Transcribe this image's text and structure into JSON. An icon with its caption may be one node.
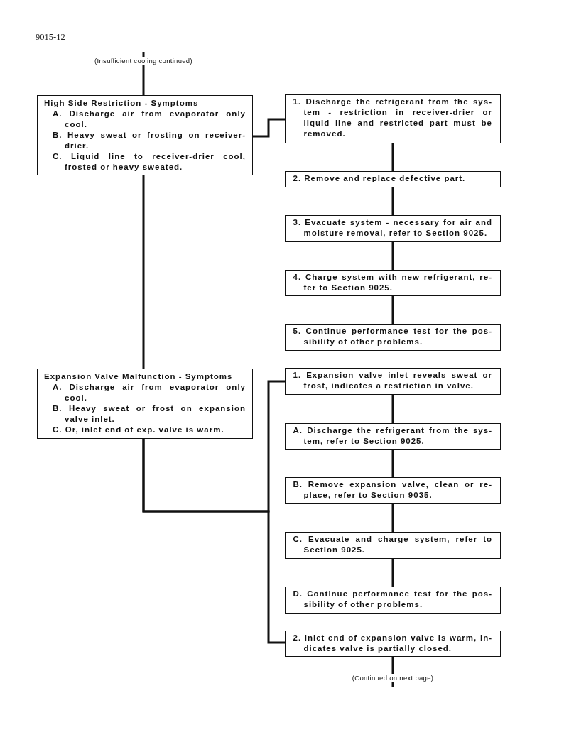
{
  "diagram": {
    "nodes": [
      {
        "text": [
          "(Insufficient cooling continued)"
        ]
      },
      {
        "text": [
          "High Side Restriction - Symptoms",
          "A. Discharge air from evaporator only cool.",
          "B. Heavy sweat or frosting on receiver-drier.",
          "C. Liquid line to receiver-drier cool, frosted or heavy sweated."
        ]
      },
      {
        "text": [
          "1. Discharge the refrigerant from the sys-tem - restriction in receiver-drier or liquid line and restricted part must be removed."
        ]
      },
      {
        "text": [
          "2. Remove and replace defective part."
        ]
      },
      {
        "text": [
          "3. Evacuate system - necessary for air and moisture removal, refer to Section 9025."
        ]
      },
      {
        "text": [
          "4. Charge system with new refrigerant, re-fer to Section 9025."
        ]
      },
      {
        "text": [
          "5. Continue performance test for the pos-sibility of other problems."
        ]
      },
      {
        "text": [
          "Expansion Valve Malfunction - Symptoms",
          "A. Discharge air from evaporator only cool.",
          "B. Heavy sweat or frost on expansion valve inlet.",
          "C. Or, inlet end of exp. valve is warm."
        ]
      },
      {
        "text": [
          "1. Expansion valve inlet reveals sweat or frost, indicates a restriction in valve."
        ]
      },
      {
        "text": [
          "A. Discharge the refrigerant from the sys-tem, refer to Section 9025."
        ]
      },
      {
        "text": [
          "B. Remove expansion valve, clean or re-place, refer to Section 9035."
        ]
      },
      {
        "text": [
          "C. Evacuate and charge system, refer to Section 9025."
        ]
      },
      {
        "text": [
          "D. Continue performance test for the pos-sibility of other problems."
        ]
      },
      {
        "text": [
          "2. Inlet end of expansion valve is warm, in-dicates valve is partially closed."
        ]
      },
      {
        "text": [
          "(Continued on next page)"
        ]
      }
    ],
    "edges": [
      {
        "from": null,
        "to": 0,
        "arrow": "none"
      },
      {
        "from": 0,
        "to": 1,
        "arrow": "none"
      },
      {
        "from": 1,
        "to": 2,
        "arrow": "none"
      },
      {
        "from": 2,
        "to": 3,
        "arrow": "none"
      },
      {
        "from": 3,
        "to": 4,
        "arrow": "none"
      },
      {
        "from": 4,
        "to": 5,
        "arrow": "none"
      },
      {
        "from": 5,
        "to": 6,
        "arrow": "none"
      },
      {
        "from": 1,
        "to": 7,
        "arrow": "none"
      },
      {
        "from": 7,
        "to": 8,
        "arrow": "none"
      },
      {
        "from": 7,
        "to": 13,
        "arrow": "none"
      },
      {
        "from": 8,
        "to": 9,
        "arrow": "none"
      },
      {
        "from": 9,
        "to": 10,
        "arrow": "none"
      },
      {
        "from": 10,
        "to": 11,
        "arrow": "none"
      },
      {
        "from": 11,
        "to": 12,
        "arrow": "none"
      },
      {
        "from": 13,
        "to": 14,
        "arrow": "none"
      },
      {
        "from": 14,
        "to": null,
        "arrow": "none"
      }
    ],
    "labels": [
      "9015-12"
    ]
  }
}
